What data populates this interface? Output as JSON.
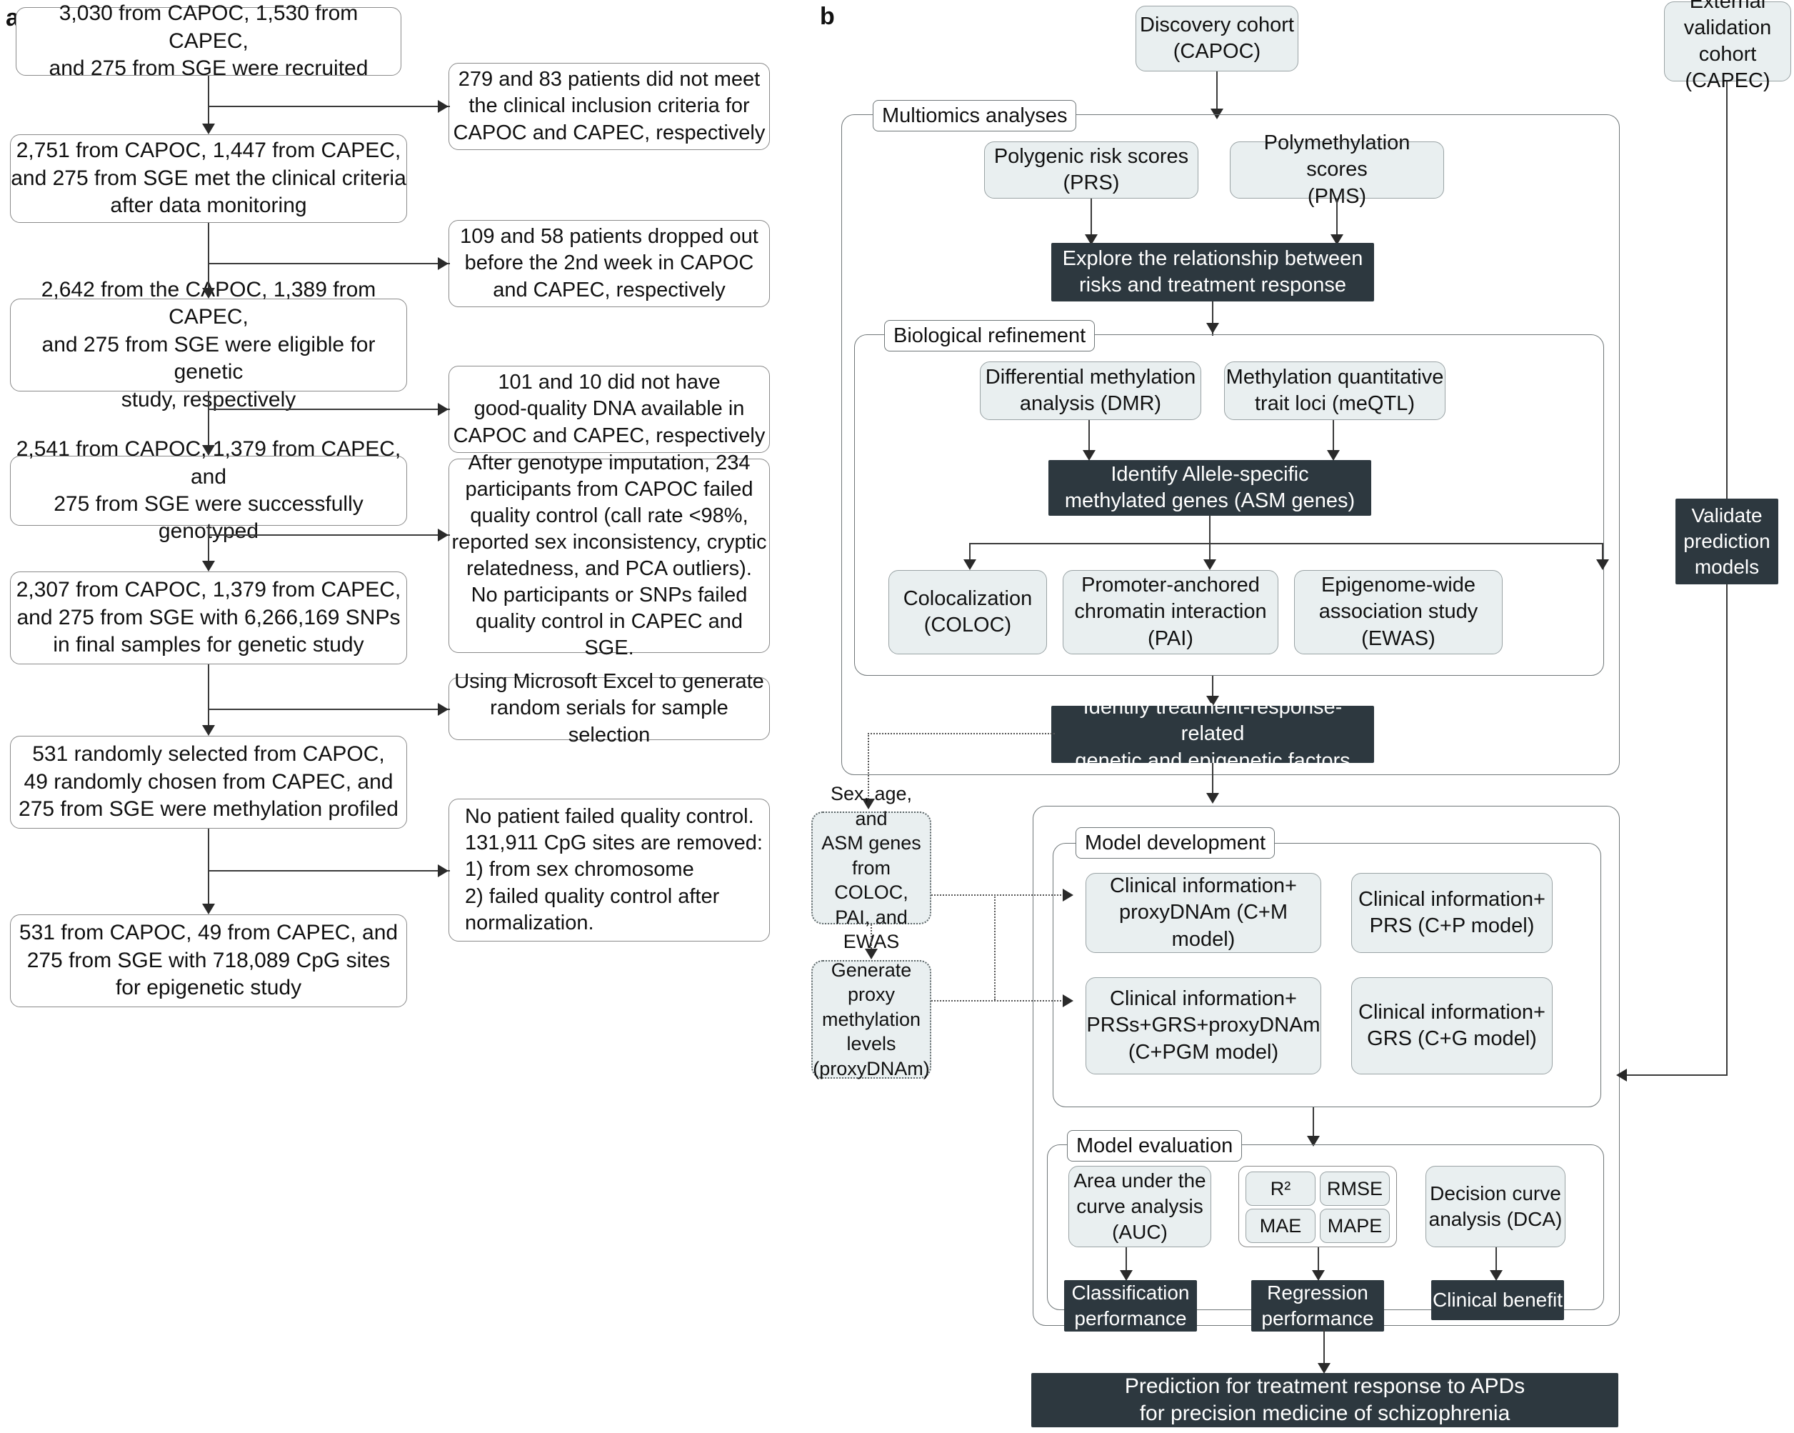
{
  "panels": {
    "a_letter": "a",
    "b_letter": "b"
  },
  "panel_a": {
    "main_flow": [
      {
        "id": "recruited",
        "text": "3,030 from CAPOC, 1,530 from CAPEC,\nand 275 from SGE were recruited"
      },
      {
        "id": "met_criteria",
        "text": "2,751 from CAPOC, 1,447 from CAPEC,\nand 275 from SGE met the clinical criteria\nafter data monitoring"
      },
      {
        "id": "eligible_genetic",
        "text": "2,642 from the CAPOC, 1,389 from CAPEC,\nand 275 from SGE were eligible for genetic\nstudy, respectively"
      },
      {
        "id": "genotyped",
        "text": "2,541 from CAPOC, 1,379 from CAPEC, and\n275 from SGE were successfully genotyped"
      },
      {
        "id": "final_snps",
        "text": "2,307 from CAPOC, 1,379 from CAPEC,\nand 275 from SGE with 6,266,169 SNPs\nin final samples for genetic study"
      },
      {
        "id": "methylation_profiled",
        "text": "531 randomly selected from CAPOC,\n49 randomly chosen from CAPEC, and\n275 from SGE were methylation profiled"
      },
      {
        "id": "final_cpg",
        "text": "531 from CAPOC, 49 from CAPEC, and\n275 from SGE with 718,089 CpG sites\nfor epigenetic study"
      }
    ],
    "exclusions": [
      {
        "id": "excl_inclusion",
        "text": "279 and 83 patients did not meet\nthe clinical inclusion criteria for\nCAPOC and CAPEC, respectively"
      },
      {
        "id": "excl_dropout",
        "text": "109 and 58 patients dropped out\nbefore the 2nd week in CAPOC\nand CAPEC, respectively"
      },
      {
        "id": "excl_dna",
        "text": "101 and 10 did not have\ngood-quality DNA available in\nCAPOC and CAPEC, respectively"
      },
      {
        "id": "excl_qc",
        "text": "After genotype imputation, 234\nparticipants from CAPOC failed\nquality control (call rate <98%,\nreported sex inconsistency, cryptic\nrelatedness, and PCA outliers).\nNo participants or SNPs failed\nquality control in CAPEC and SGE."
      },
      {
        "id": "excl_excel",
        "text": "Using Microsoft Excel to generate\nrandom serials for sample selection"
      },
      {
        "id": "excl_cpg",
        "text": "No patient failed quality control.\n131,911 CpG sites are removed:\n  1) from sex chromosome\n  2) failed quality control after\nnormalization."
      }
    ]
  },
  "panel_b": {
    "discovery_cohort": "Discovery cohort\n(CAPOC)",
    "external_validation_cohort": "External\nvalidation cohort\n(CAPEC)",
    "validate_models": "Validate\nprediction\nmodels",
    "groups": {
      "multiomics": "Multiomics analyses",
      "biological_refinement": "Biological refinement",
      "model_development": "Model development",
      "model_evaluation": "Model evaluation"
    },
    "scores": [
      {
        "id": "prs",
        "text": "Polygenic risk scores\n(PRS)"
      },
      {
        "id": "pms",
        "text": "Polymethylation scores\n(PMS)"
      }
    ],
    "explore_relationship": "Explore the relationship between\nrisks and treatment response",
    "refinement_inputs": [
      {
        "id": "dmr",
        "text": "Differential methylation\nanalysis (DMR)"
      },
      {
        "id": "meqtl",
        "text": "Methylation quantitative\ntrait loci (meQTL)"
      }
    ],
    "identify_asm": "Identify Allele-specific\nmethylated genes (ASM genes)",
    "refinement_outputs": [
      {
        "id": "coloc",
        "text": "Colocalization\n(COLOC)"
      },
      {
        "id": "pai",
        "text": "Promoter-anchored\nchromatin interaction\n(PAI)"
      },
      {
        "id": "ewas",
        "text": "Epigenome-wide\nassociation study\n(EWAS)"
      }
    ],
    "identify_factors": "Identify treatment-response-related\ngenetic and epigenetic factors",
    "side_inputs": [
      {
        "id": "sex_age_asm",
        "text": "Sex, age, and\nASM genes\nfrom COLOC,\nPAI, and EWAS"
      },
      {
        "id": "proxy_dnam",
        "text": "Generate proxy\nmethylation\nlevels\n(proxyDNAm)"
      }
    ],
    "models": [
      {
        "id": "cm",
        "text": "Clinical information+\nproxyDNAm (C+M model)"
      },
      {
        "id": "cp",
        "text": "Clinical information+\nPRS (C+P model)"
      },
      {
        "id": "cpgm",
        "text": "Clinical information+\nPRSs+GRS+proxyDNAm\n(C+PGM model)"
      },
      {
        "id": "cg",
        "text": "Clinical information+\nGRS (C+G model)"
      }
    ],
    "evaluation": {
      "auc": "Area under the\ncurve analysis\n(AUC)",
      "metrics": [
        "R²",
        "RMSE",
        "MAE",
        "MAPE"
      ],
      "dca": "Decision curve\nanalysis (DCA)",
      "outcomes": [
        {
          "id": "classification",
          "text": "Classification\nperformance"
        },
        {
          "id": "regression",
          "text": "Regression\nperformance"
        },
        {
          "id": "clinical_benefit",
          "text": "Clinical benefit"
        }
      ]
    },
    "final_output": "Prediction for treatment response to APDs\nfor precision medicine of schizophrenia"
  },
  "colors": {
    "dark_box": "#2d383f",
    "light_box": "#e9eff0",
    "border": "#8a8a8a",
    "line": "#3a3a3a",
    "text": "#111111",
    "text_inverse": "#ffffff"
  }
}
